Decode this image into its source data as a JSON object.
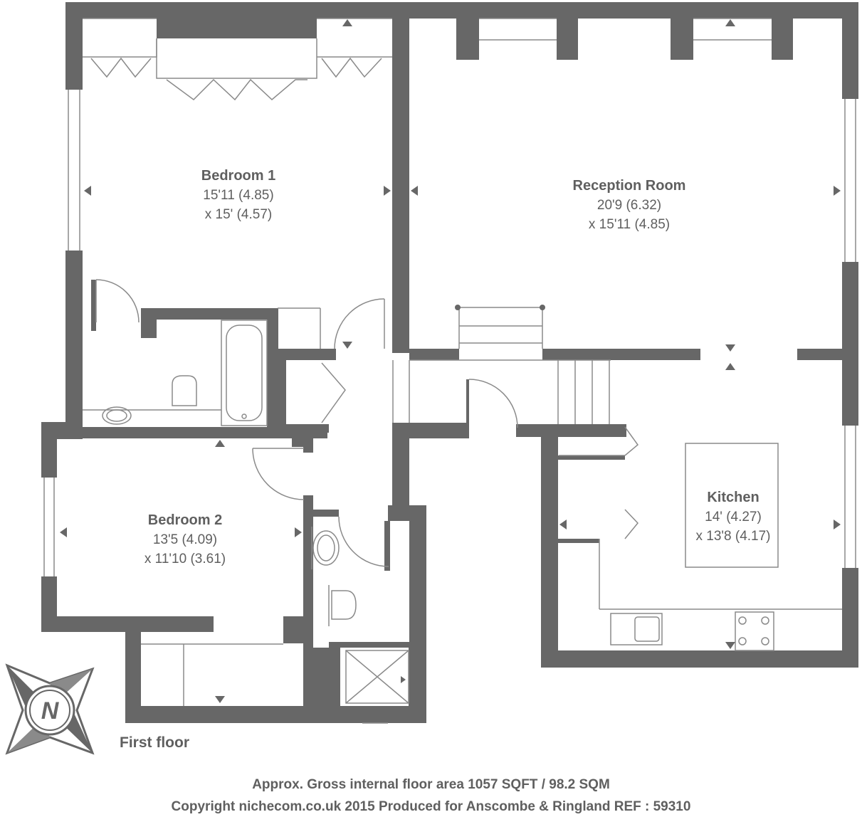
{
  "rooms": {
    "bedroom1": {
      "name": "Bedroom 1",
      "dim1": "15'11 (4.85)",
      "dim2": "x 15' (4.57)"
    },
    "reception": {
      "name": "Reception Room",
      "dim1": "20'9 (6.32)",
      "dim2": "x 15'11 (4.85)"
    },
    "bedroom2": {
      "name": "Bedroom 2",
      "dim1": "13'5 (4.09)",
      "dim2": "x 11'10 (3.61)"
    },
    "kitchen": {
      "name": "Kitchen",
      "dim1": "14' (4.27)",
      "dim2": "x 13'8 (4.17)"
    }
  },
  "floor_label": "First floor",
  "compass_letter": "N",
  "footer": {
    "area": "Approx. Gross internal floor area 1057 SQFT / 98.2 SQM",
    "copyright": "Copyright nichecom.co.uk 2015 Produced for Anscombe & Ringland REF : 59310"
  },
  "colors": {
    "wall": "#676767",
    "text": "#5f5f5f",
    "line": "#8a8a8a"
  }
}
